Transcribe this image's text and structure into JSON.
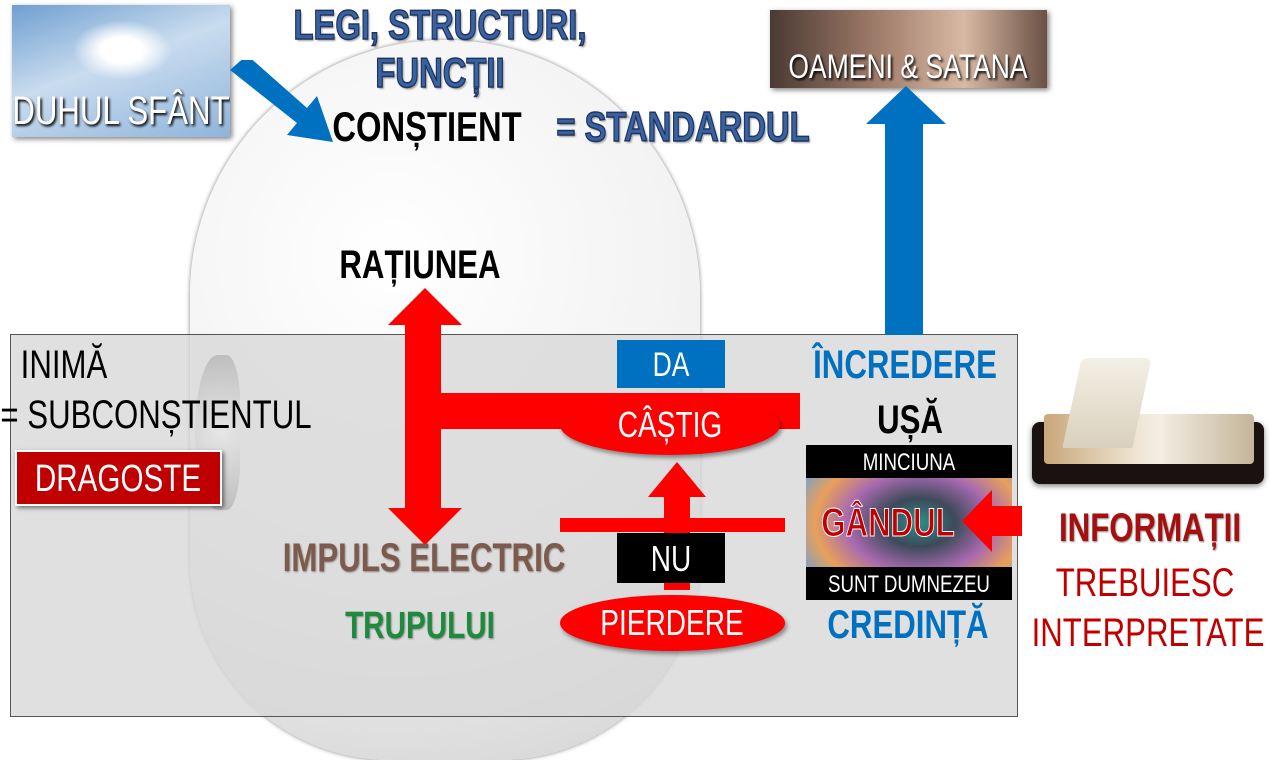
{
  "top": {
    "holy_spirit_label": "DUHUL SFÂNT",
    "laws_line1": "LEGI, STRUCTURI,",
    "laws_line2": "FUNCȚII",
    "conscious": "CONȘTIENT",
    "standard": "= STANDARDUL",
    "people_satan_label": "OAMENI & SATANA"
  },
  "head": {
    "reason": "RAȚIUNEA"
  },
  "heart": {
    "title": "INIMĂ",
    "subtitle": "= SUBCONȘTIENTUL",
    "love_label": "DRAGOSTE",
    "yes_label": "DA",
    "gain_label": "CÂȘTIG",
    "no_label": "NU",
    "loss_label": "PIERDERE",
    "impulse": "IMPULS ELECTRIC",
    "body": "TRUPULUI",
    "trust": "ÎNCREDERE",
    "door": "UȘĂ",
    "lie": "MINCIUNA",
    "thought": "GÂNDUL",
    "i_am_god": "SUNT DUMNEZEU",
    "faith": "CREDINȚĂ"
  },
  "info": {
    "title": "INFORMAȚII",
    "line1": "TREBUIESC",
    "line2": "INTERPRETATE"
  },
  "colors": {
    "blue": "#0070c0",
    "red": "#ff0000",
    "dark_red": "#c00000",
    "green": "#1e8a3c",
    "brown": "#7d5a4b"
  }
}
